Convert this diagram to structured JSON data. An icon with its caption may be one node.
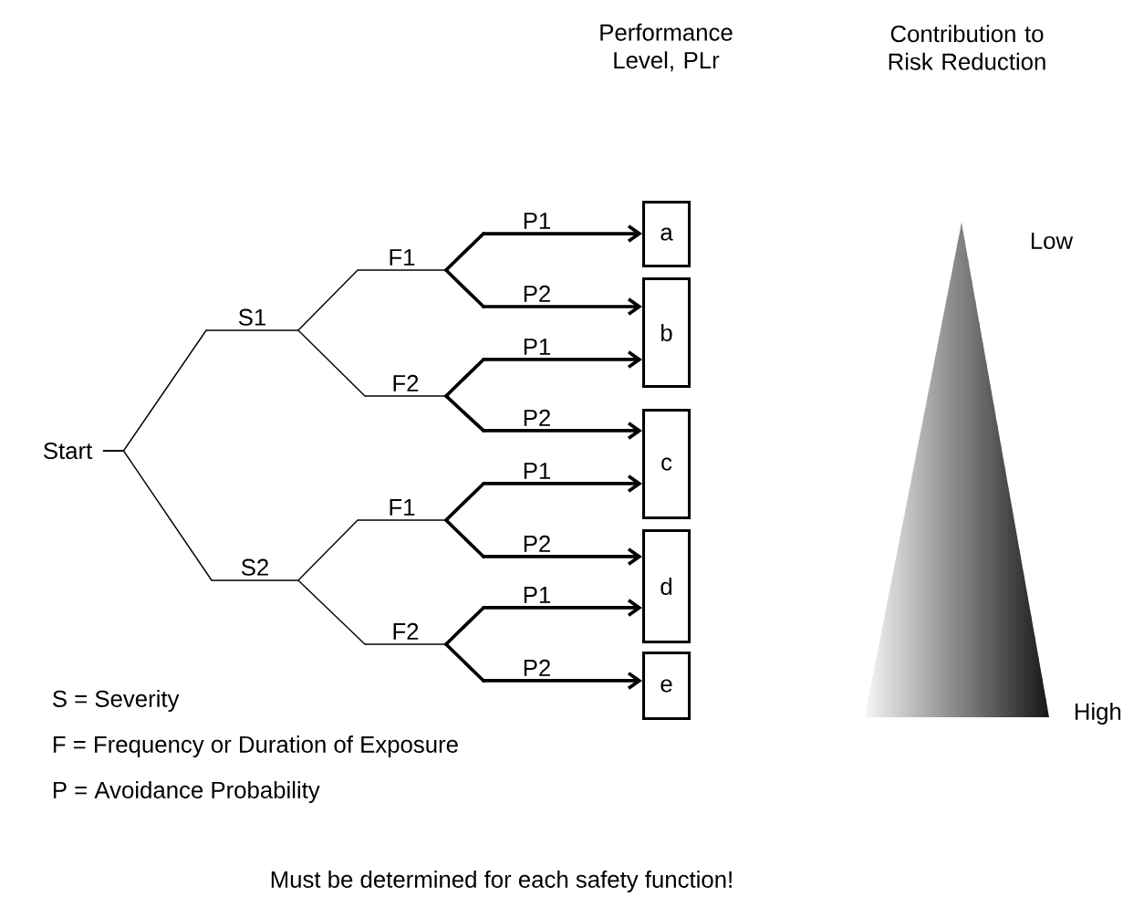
{
  "diagram": {
    "nodes": [
      {
        "text": [
          "Start"
        ]
      },
      {
        "text": [
          "S1"
        ]
      },
      {
        "text": [
          "F1"
        ]
      },
      {
        "text": [
          "P1"
        ]
      },
      {
        "text": [
          "P2"
        ]
      },
      {
        "text": [
          "F2"
        ]
      },
      {
        "text": [
          "P1"
        ]
      },
      {
        "text": [
          "P2"
        ]
      },
      {
        "text": [
          "S2"
        ]
      },
      {
        "text": [
          "F1"
        ]
      },
      {
        "text": [
          "P1"
        ]
      },
      {
        "text": [
          "P2"
        ]
      },
      {
        "text": [
          "F2"
        ]
      },
      {
        "text": [
          "P1"
        ]
      },
      {
        "text": [
          "P2"
        ]
      },
      {
        "text": [
          "a"
        ]
      },
      {
        "text": [
          "b"
        ]
      },
      {
        "text": [
          "c"
        ]
      },
      {
        "text": [
          "d"
        ]
      },
      {
        "text": [
          "e"
        ]
      }
    ],
    "edges": [
      {
        "from": 0,
        "to": 1,
        "arrow": "none"
      },
      {
        "from": 0,
        "to": 8,
        "arrow": "none"
      },
      {
        "from": 1,
        "to": 2,
        "arrow": "none"
      },
      {
        "from": 1,
        "to": 5,
        "arrow": "none"
      },
      {
        "from": 2,
        "to": 3,
        "arrow": "none"
      },
      {
        "from": 2,
        "to": 4,
        "arrow": "none"
      },
      {
        "from": 5,
        "to": 6,
        "arrow": "none"
      },
      {
        "from": 5,
        "to": 7,
        "arrow": "none"
      },
      {
        "from": 8,
        "to": 9,
        "arrow": "none"
      },
      {
        "from": 8,
        "to": 12,
        "arrow": "none"
      },
      {
        "from": 9,
        "to": 10,
        "arrow": "none"
      },
      {
        "from": 9,
        "to": 11,
        "arrow": "none"
      },
      {
        "from": 12,
        "to": 13,
        "arrow": "none"
      },
      {
        "from": 12,
        "to": 14,
        "arrow": "none"
      },
      {
        "from": 3,
        "to": 15,
        "arrow": "to"
      },
      {
        "from": 4,
        "to": 16,
        "arrow": "to"
      },
      {
        "from": 6,
        "to": 16,
        "arrow": "to"
      },
      {
        "from": 7,
        "to": 17,
        "arrow": "to"
      },
      {
        "from": 10,
        "to": 17,
        "arrow": "to"
      },
      {
        "from": 11,
        "to": 18,
        "arrow": "to"
      },
      {
        "from": 13,
        "to": 18,
        "arrow": "to"
      },
      {
        "from": 14,
        "to": 19,
        "arrow": "to"
      }
    ],
    "labels": [
      "Performance Level, PLr",
      "Contribution to Risk Reduction",
      "Low",
      "High",
      "S = Severity",
      "F = Frequency or Duration of Exposure",
      "P = Avoidance Probability",
      "Must be determined for each safety function!"
    ]
  }
}
